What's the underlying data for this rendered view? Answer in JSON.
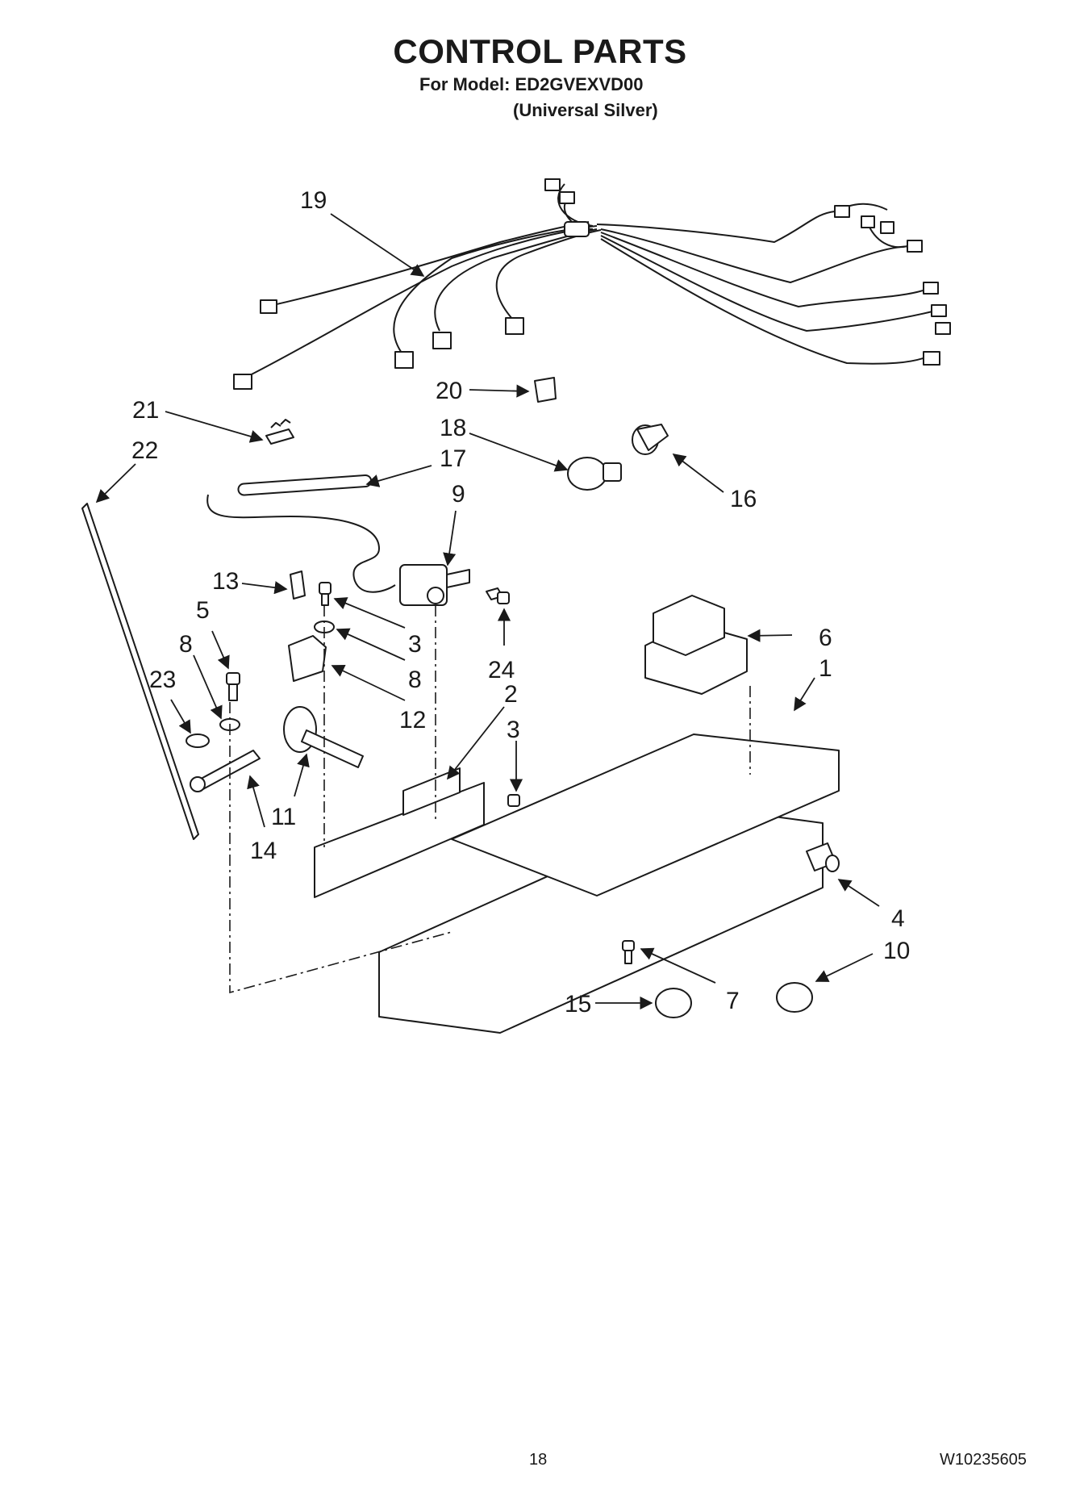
{
  "header": {
    "title": "CONTROL PARTS",
    "model_line": "For Model: ED2GVEXVD00",
    "finish_line": "(Universal Silver)"
  },
  "callouts": [
    "19",
    "20",
    "21",
    "18",
    "22",
    "17",
    "16",
    "9",
    "13",
    "5",
    "3",
    "6",
    "8",
    "8",
    "1",
    "23",
    "24",
    "12",
    "2",
    "3",
    "11",
    "14",
    "4",
    "10",
    "15",
    "7"
  ],
  "footer": {
    "page_number": "18",
    "document_number": "W10235605"
  }
}
